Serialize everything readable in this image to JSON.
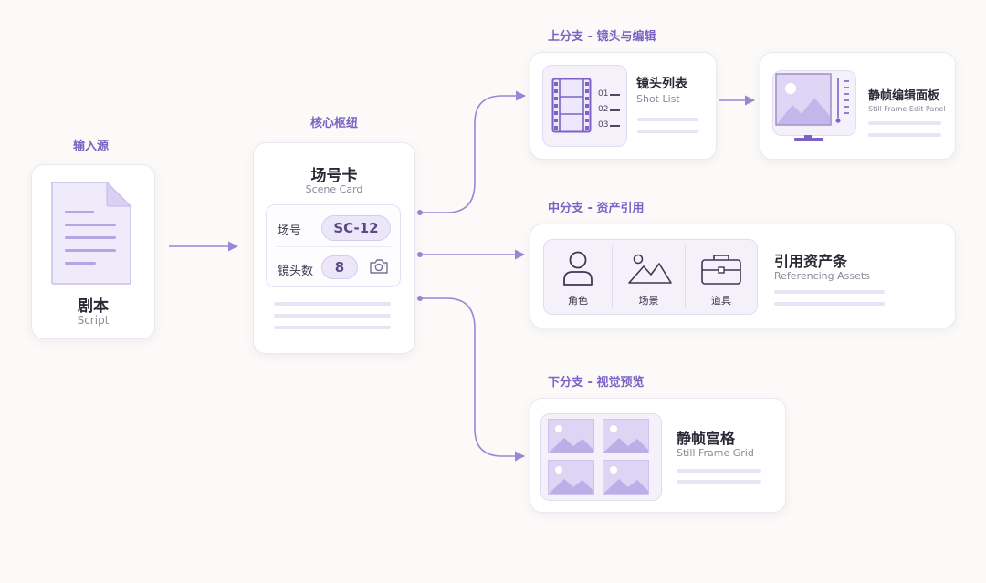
{
  "labels": {
    "input": "输入源",
    "hub": "核心枢纽",
    "upper": "上分支 - 镜头与编辑",
    "middle": "中分支 - 资产引用",
    "lower": "下分支 - 视觉预览"
  },
  "script_card": {
    "title": "剧本",
    "subtitle": "Script",
    "icon": "document-icon"
  },
  "scene_card": {
    "title": "场号卡",
    "subtitle": "Scene Card",
    "field_scene_label": "场号",
    "field_scene_value": "SC-12",
    "field_shots_label": "镜头数",
    "field_shots_value": "8",
    "camera_icon": "camera-icon"
  },
  "shot_list": {
    "title": "镜头列表",
    "subtitle": "Shot List",
    "rows": [
      "01",
      "02",
      "03"
    ],
    "icon": "film-strip-icon"
  },
  "edit_panel": {
    "title": "静帧编辑面板",
    "subtitle": "Still Frame Edit Panel",
    "icon": "monitor-icon"
  },
  "assets": {
    "title": "引用资产条",
    "subtitle": "Referencing Assets",
    "items": [
      {
        "label": "角色",
        "icon": "person-icon"
      },
      {
        "label": "场景",
        "icon": "landscape-icon"
      },
      {
        "label": "道具",
        "icon": "toolbox-icon"
      }
    ]
  },
  "grid_card": {
    "title": "静帧宫格",
    "subtitle": "Still Frame Grid",
    "icon": "image-thumbnail-icon"
  },
  "colors": {
    "accent": "#7b62c4",
    "connector": "#9a86d6",
    "panel": "#f4f1fb",
    "placeholder": "#e8e4f3"
  }
}
